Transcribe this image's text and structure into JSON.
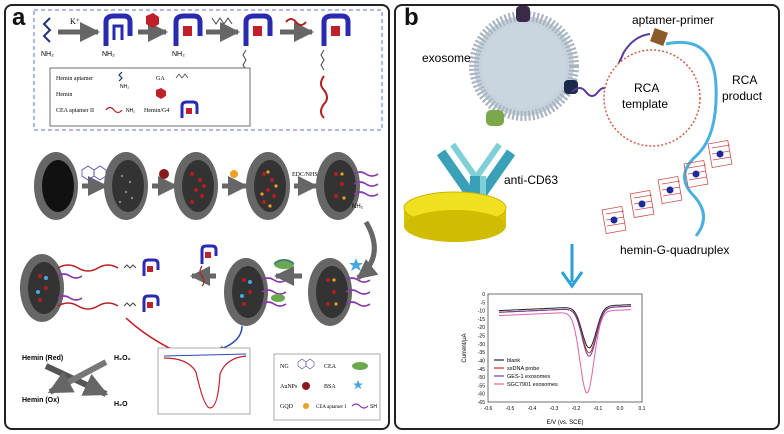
{
  "panel_a": {
    "letter": "a",
    "top_row": {
      "k_label": "K⁺",
      "nh2": "NH₂",
      "legend": {
        "hemin_aptamer": "Hemin aptamer",
        "ga": "GA",
        "hemin": "Hemin",
        "cea_aptamer_2": "CEA aptamer II",
        "hemin_g4": "Hemin/G4",
        "nh2": "NH₂"
      }
    },
    "edc_label": "EDC/NHS",
    "nh2_label": "NH₂",
    "cycle": {
      "hemin_red": "Hemin (Red)",
      "hemin_ox": "Hemin (Ox)",
      "h2o2": "H₂O₂",
      "h2o": "H₂O"
    },
    "legend_bottom": {
      "ng": "NG",
      "cea": "CEA",
      "aunps": "AuNPs",
      "bsa": "BSA",
      "gqd": "GQD",
      "cea_aptamer_1": "CEA aptamer I",
      "sh": "SH"
    }
  },
  "panel_b": {
    "letter": "b",
    "labels": {
      "exosome": "exosome",
      "aptamer_primer": "aptamer-primer",
      "rca_template": "RCA\ntemplate",
      "rca_template_line1": "RCA",
      "rca_template_line2": "template",
      "rca_product_line1": "RCA",
      "rca_product_line2": "product",
      "anti_cd63": "anti-CD63",
      "hemin_g_quadruplex": "hemin-G-quadruplex"
    },
    "chart_data": {
      "type": "line",
      "xlabel": "E/V (vs. SCE)",
      "ylabel": "Current/μA",
      "xlim": [
        -0.6,
        0.1
      ],
      "ylim": [
        -65,
        0
      ],
      "xticks": [
        "-0.6",
        "-0.5",
        "-0.4",
        "-0.3",
        "-0.2",
        "-0.1",
        "0.0",
        "0.1"
      ],
      "yticks": [
        "0",
        "-5",
        "-10",
        "-15",
        "-20",
        "-25",
        "-30",
        "-35",
        "-40",
        "-45",
        "-50",
        "-55",
        "-60",
        "-65"
      ],
      "legend_position": "bottom-left",
      "series": [
        {
          "name": "blank",
          "color": "#222222",
          "baseline": -10,
          "peak_x": -0.14,
          "peak_y": -35
        },
        {
          "name": "ssDNA probe",
          "color": "#c8302c",
          "baseline": -11,
          "peak_x": -0.14,
          "peak_y": -38
        },
        {
          "name": "GES-1 exosomes",
          "color": "#6a3ea0",
          "baseline": -11,
          "peak_x": -0.14,
          "peak_y": -40
        },
        {
          "name": "SGC7901 exosomes",
          "color": "#e060a8",
          "baseline": -13,
          "peak_x": -0.15,
          "peak_y": -62
        }
      ]
    }
  }
}
